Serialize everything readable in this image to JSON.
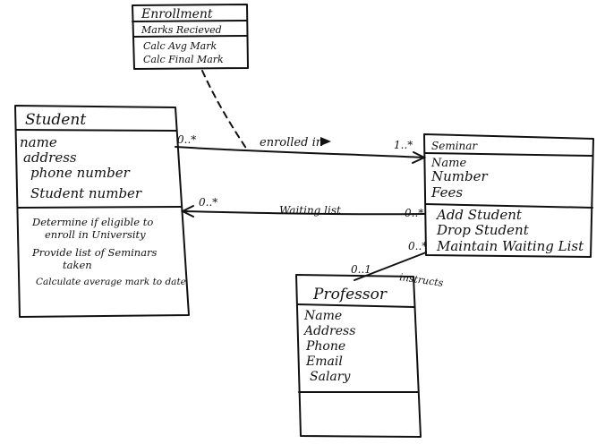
{
  "classes": {
    "enrollment": {
      "name": "Enrollment",
      "attributes": [
        "Marks Recieved"
      ],
      "operations": [
        "Calc Avg Mark",
        "Calc Final Mark"
      ]
    },
    "student": {
      "name": "Student",
      "attributes": [
        "name",
        "address",
        "phone number",
        "Student number"
      ],
      "operations": [
        "Determine if eligible to",
        "enroll in University",
        "Provide list of Seminars",
        "taken",
        "Calculate average mark to date"
      ]
    },
    "seminar": {
      "name": "Seminar",
      "attributes": [
        "Name",
        "Number",
        "Fees"
      ],
      "operations": [
        "Add Student",
        "Drop Student",
        "Maintain Waiting List"
      ]
    },
    "professor": {
      "name": "Professor",
      "attributes": [
        "Name",
        "Address",
        "Phone",
        "Email",
        "Salary"
      ],
      "operations": []
    }
  },
  "associations": {
    "enrolled": {
      "label": "enrolled in",
      "source_mult": "0..*",
      "target_mult": "1..*"
    },
    "waiting": {
      "label": "Waiting list",
      "source_mult": "0..*",
      "target_mult": "0..*"
    },
    "instructs": {
      "label": "instructs",
      "source_mult": "0..1",
      "target_mult": "0..*"
    }
  }
}
